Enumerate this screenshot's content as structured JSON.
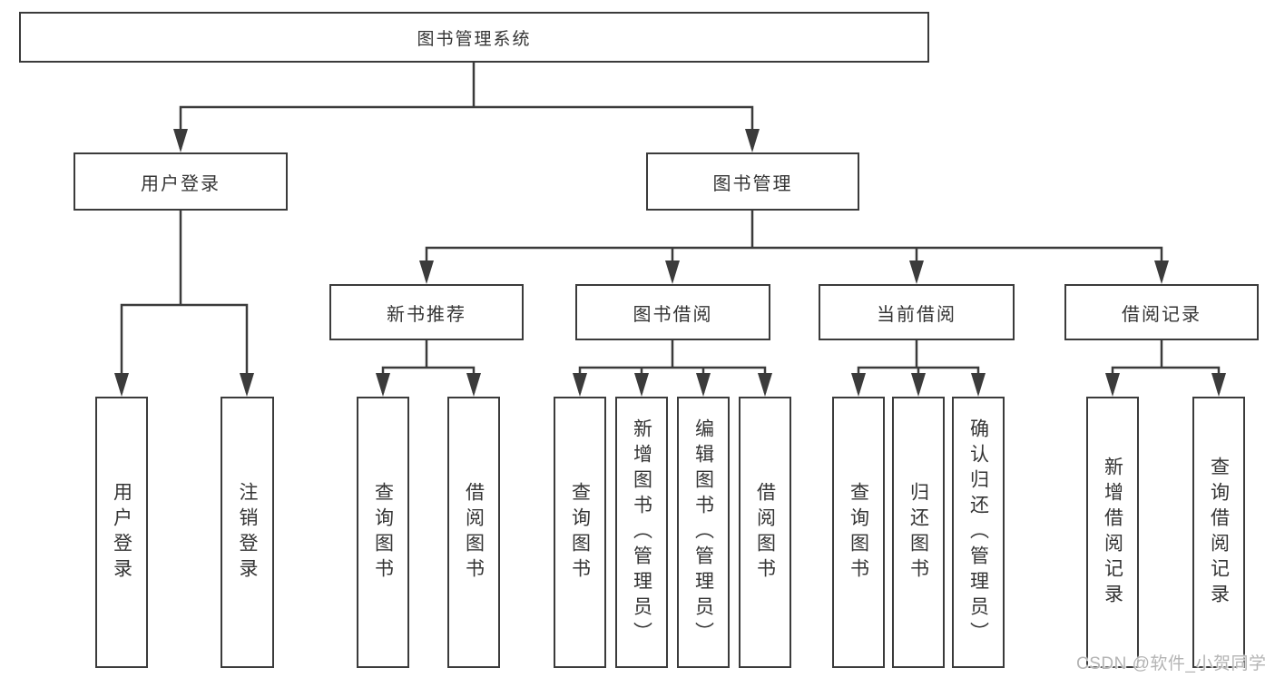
{
  "nodes": {
    "root": "图书管理系统",
    "user_login": "用户登录",
    "book_management": "图书管理",
    "new_book_recommend": "新书推荐",
    "book_borrow": "图书借阅",
    "current_borrow": "当前借阅",
    "borrow_records": "借阅记录",
    "user_login_children": [
      "用户登录",
      "注销登录"
    ],
    "new_book_children": [
      "查询图书",
      "借阅图书"
    ],
    "book_borrow_children": [
      "查询图书",
      "新增图书（管理员）",
      "编辑图书（管理员）",
      "借阅图书"
    ],
    "current_borrow_children": [
      "查询图书",
      "归还图书",
      "确认归还（管理员）"
    ],
    "borrow_records_children": [
      "新增借阅记录",
      "查询借阅记录"
    ]
  },
  "watermark": "CSDN @软件_小贺同学",
  "colors": {
    "background": "#ffffff",
    "line": "#3b3b3b",
    "text": "#343434",
    "watermark": "#b4b4b4"
  }
}
